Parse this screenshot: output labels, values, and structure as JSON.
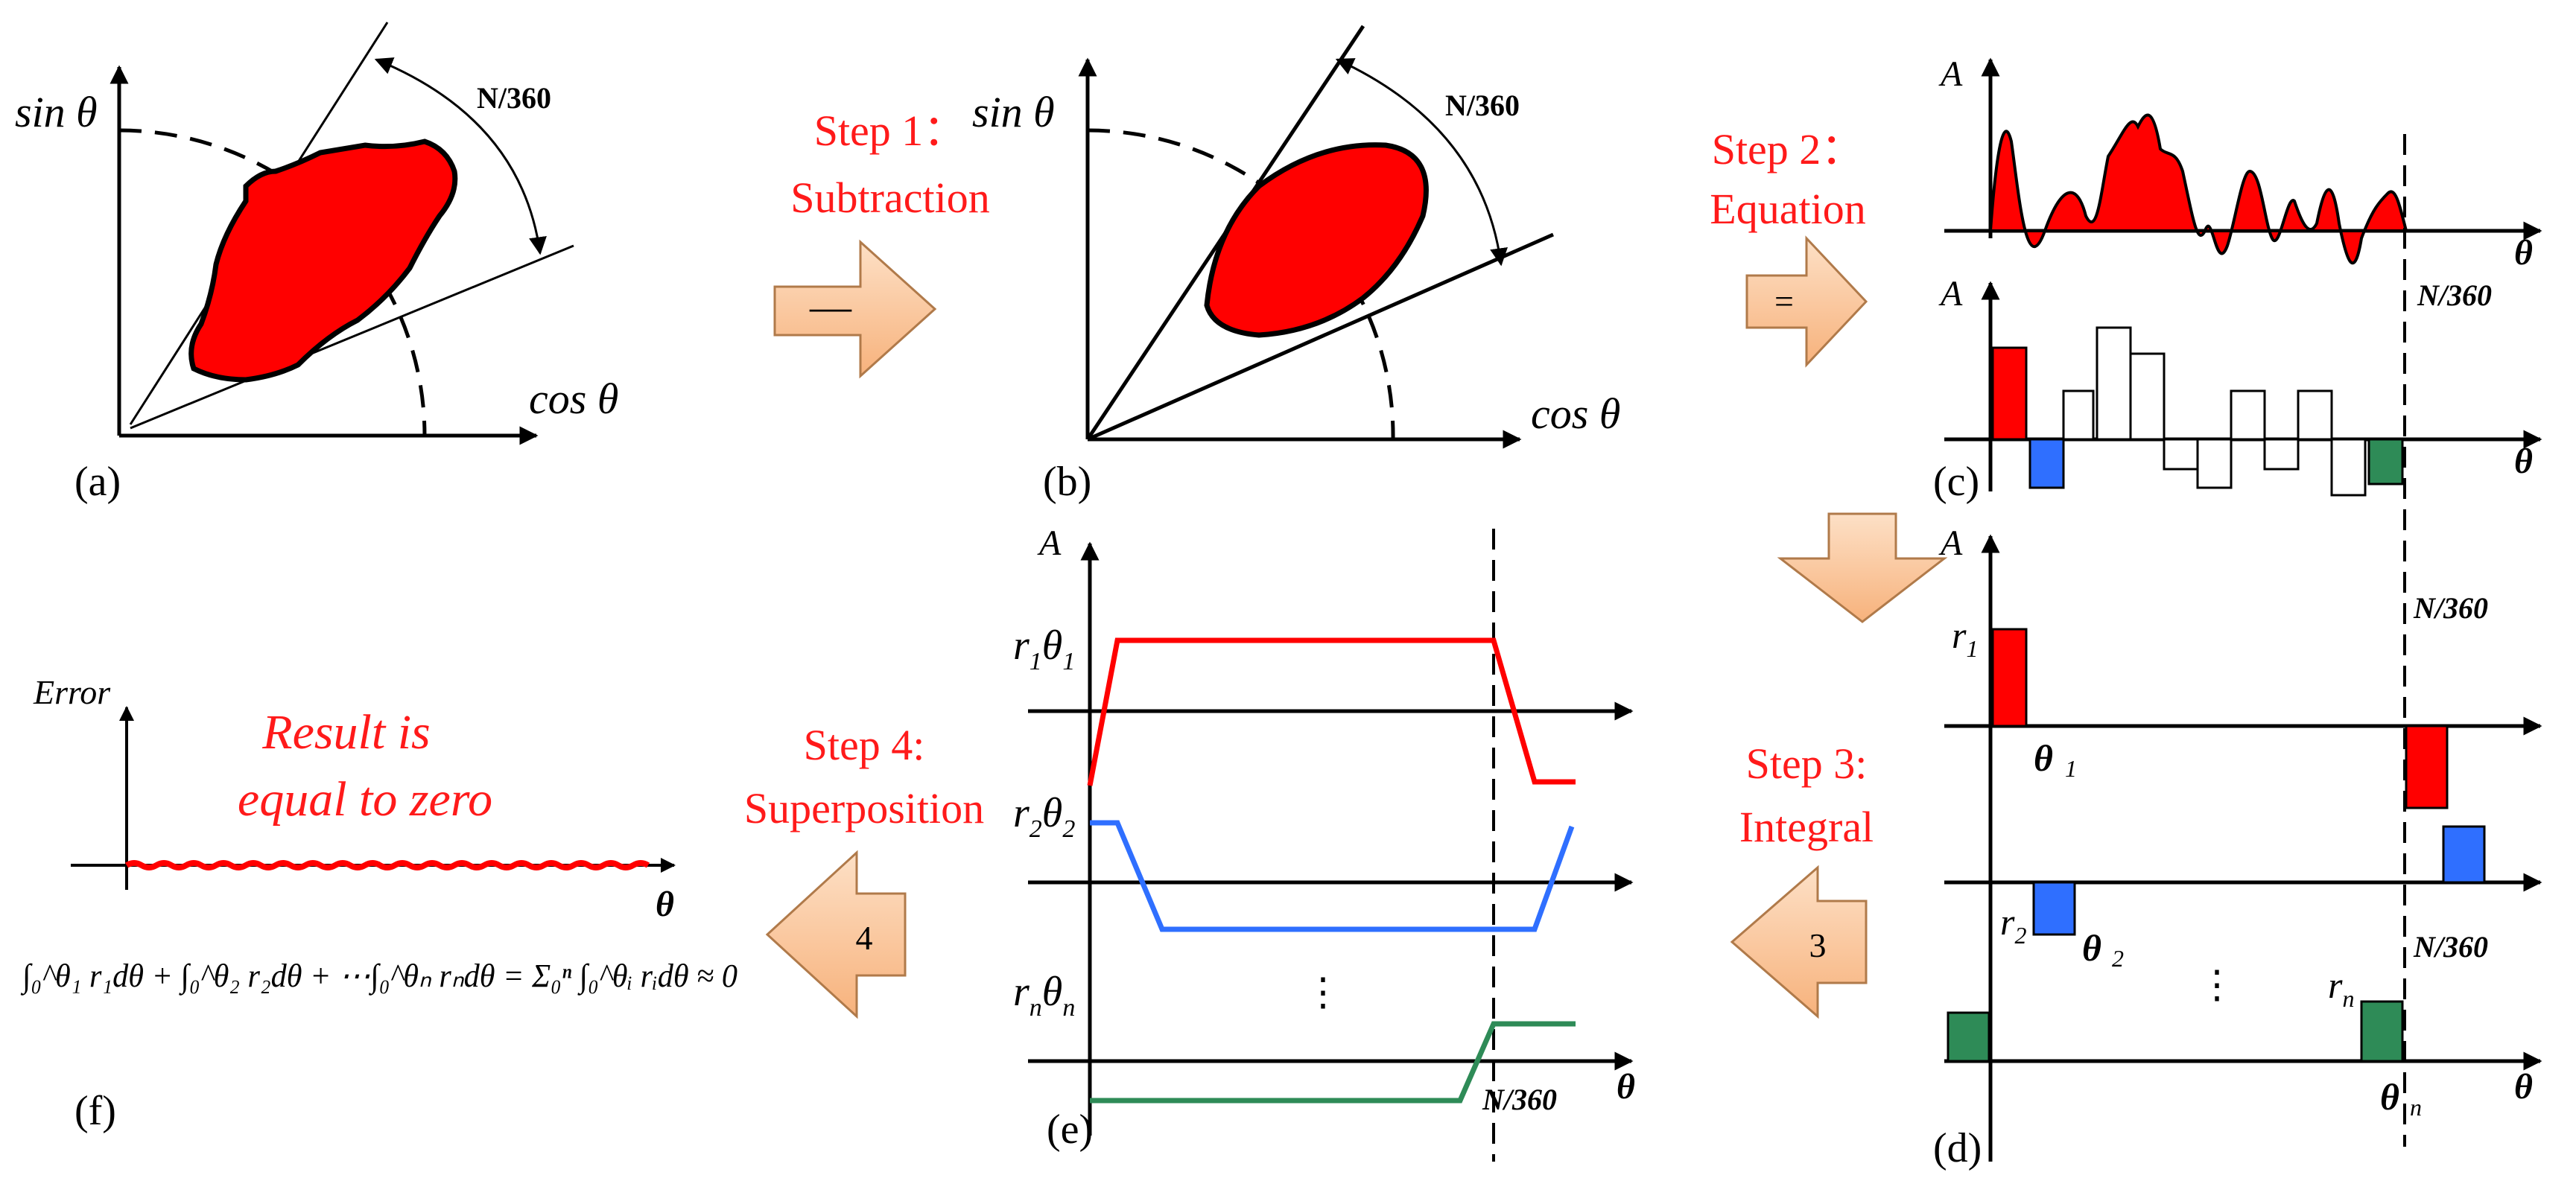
{
  "panels": {
    "a": {
      "tag": "(a)",
      "y_axis": "sin θ",
      "x_axis": "cos θ",
      "angle": "N/360"
    },
    "b": {
      "tag": "(b)",
      "y_axis": "sin θ",
      "x_axis": "cos θ",
      "angle": "N/360"
    },
    "c": {
      "tag": "(c)",
      "axis_a_top": "A",
      "axis_a_bottom": "A",
      "theta": "θ",
      "nline": "N/360"
    },
    "d": {
      "tag": "(d)",
      "axis_a": "A",
      "theta": "θ",
      "nline_top": "N/360",
      "nline_mid": "N/360",
      "r1": "r",
      "r1_sub": "1",
      "t1": "θ",
      "t1_sub": "1",
      "r2": "r",
      "r2_sub": "2",
      "t2": "θ",
      "t2_sub": "2",
      "rn": "r",
      "rn_sub": "n",
      "tn": "θ",
      "tn_sub": "n",
      "dots": "⋮"
    },
    "e": {
      "tag": "(e)",
      "axis_a": "A",
      "theta": "θ",
      "nline": "N/360",
      "l1a": "r",
      "l1b": "1",
      "l1c": "θ",
      "l1d": "1",
      "l2a": "r",
      "l2b": "2",
      "l2c": "θ",
      "l2d": "2",
      "l3a": "r",
      "l3b": "n",
      "l3c": "θ",
      "l3d": "n",
      "dots": "⋮"
    },
    "f": {
      "tag": "(f)",
      "y_axis": "Error",
      "theta": "θ",
      "result_line1": "Result is",
      "result_line2": "equal to zero",
      "formula": "∫₀^θ₁ r₁dθ + ∫₀^θ₂ r₂dθ + ⋯∫₀^θₙ rₙdθ = Σ₀ⁿ ∫₀^θᵢ rᵢdθ ≈ 0"
    }
  },
  "steps": {
    "s1": {
      "line1": "Step 1：",
      "line2": "Subtraction",
      "arrow_symbol": "—"
    },
    "s2": {
      "line1": "Step 2：",
      "line2": "Equation",
      "arrow_symbol": "="
    },
    "s3": {
      "line1": "Step 3:",
      "line2": "Integral",
      "arrow_symbol": "3"
    },
    "s4": {
      "line1": "Step 4:",
      "line2": "Superposition",
      "arrow_symbol": "4"
    }
  },
  "colors": {
    "red": "#ff0000",
    "blue": "#2f6fff",
    "green": "#2e8b57",
    "arrow_fill": "#fcc89b",
    "step_text": "#ff1a1a"
  }
}
